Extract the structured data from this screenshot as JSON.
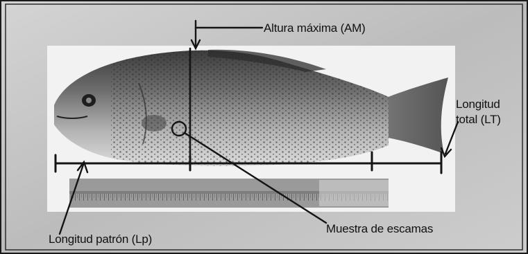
{
  "colors": {
    "frame_border": "#1a1a1a",
    "frame_background": "#c8c8c8",
    "photo_background": "#f2f2f2",
    "fish_body": "#8a8a8a",
    "annotation_ink": "#141414"
  },
  "labels": {
    "max_height": "Altura máxima (AM)",
    "total_length_line1": "Longitud",
    "total_length_line2": "total (LT)",
    "standard_length": "Longitud patrón (Lp)",
    "scale_sample": "Muestra de escamas"
  },
  "icons": {
    "fish": "fish-photo",
    "ruler": "ruler-photo",
    "scale_sample_marker": "circle-marker"
  }
}
